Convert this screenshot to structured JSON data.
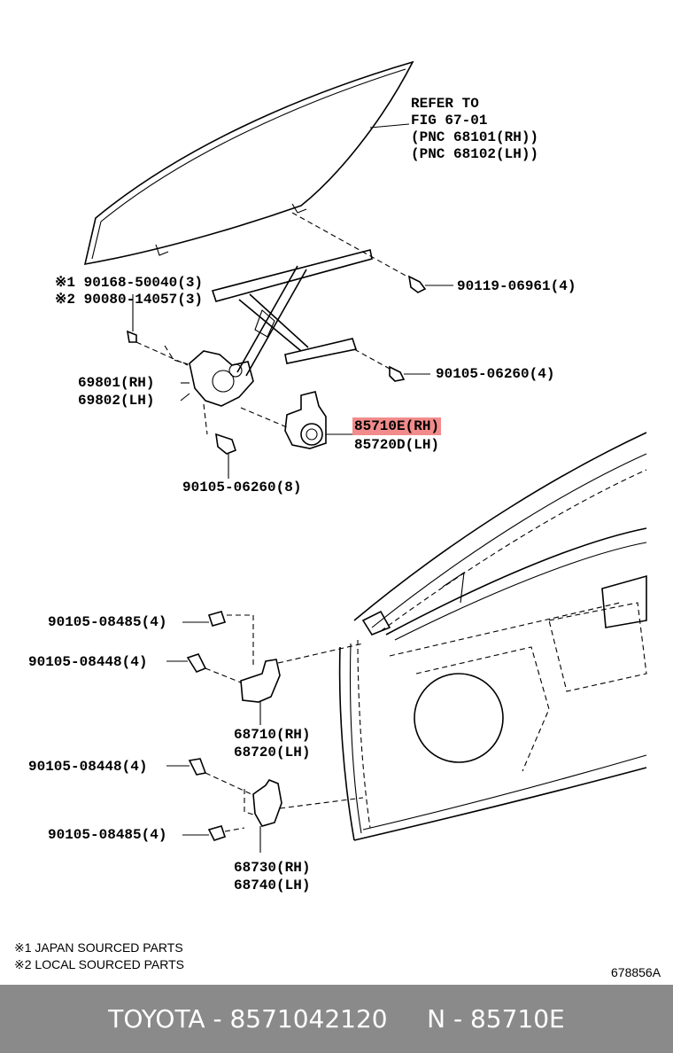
{
  "refer": {
    "line1": "REFER TO",
    "line2": "FIG 67-01",
    "line3": "(PNC 68101(RH))",
    "line4": "(PNC 68102(LH))"
  },
  "parts": {
    "p90168": "※1 90168-50040(3)",
    "p90080": "※2 90080-14057(3)",
    "p90119": "90119-06961(4)",
    "p90105_a": "90105-06260(4)",
    "p69801": "69801(RH)",
    "p69802": "69802(LH)",
    "p85710": "85710E(RH)",
    "p85720": "85720D(LH)",
    "p90105_b": "90105-06260(8)",
    "p90105_08485_top": "90105-08485(4)",
    "p90105_08448_top": "90105-08448(4)",
    "p68710": "68710(RH)",
    "p68720": "68720(LH)",
    "p90105_08448_bot": "90105-08448(4)",
    "p90105_08485_bot": "90105-08485(4)",
    "p68730": "68730(RH)",
    "p68740": "68740(LH)"
  },
  "notes": {
    "note1": "※1 JAPAN SOURCED PARTS",
    "note2": "※2 LOCAL SOURCED PARTS"
  },
  "figure_code": "678856A",
  "highlight_color": "#f28b8b",
  "footer": {
    "text": "TOYOTA - 8571042120     N - 85710E",
    "background": "#8a8a8a"
  }
}
